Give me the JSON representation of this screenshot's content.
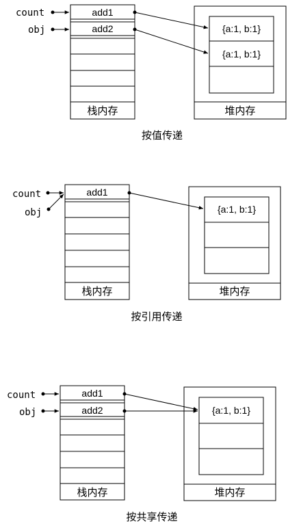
{
  "colors": {
    "stroke": "#000000",
    "background": "#ffffff"
  },
  "diagrams": [
    {
      "vars": [
        "count",
        "obj"
      ],
      "stack_cells": [
        "add1",
        "add2",
        "",
        "",
        "",
        ""
      ],
      "stack_label": "栈内存",
      "heap_cells": [
        "{a:1, b:1}",
        "{a:1, b:1}",
        ""
      ],
      "heap_label": "堆内存",
      "caption": "按值传递"
    },
    {
      "vars": [
        "count",
        "obj"
      ],
      "stack_cells": [
        "add1",
        "",
        "",
        "",
        "",
        ""
      ],
      "stack_label": "栈内存",
      "heap_cells": [
        "{a:1, b:1}",
        "",
        ""
      ],
      "heap_label": "堆内存",
      "caption": "按引用传递"
    },
    {
      "vars": [
        "count",
        "obj"
      ],
      "stack_cells": [
        "add1",
        "add2",
        "",
        "",
        "",
        ""
      ],
      "stack_label": "栈内存",
      "heap_cells": [
        "{a:1, b:1}",
        "",
        ""
      ],
      "heap_label": "堆内存",
      "caption": "按共享传递"
    }
  ]
}
